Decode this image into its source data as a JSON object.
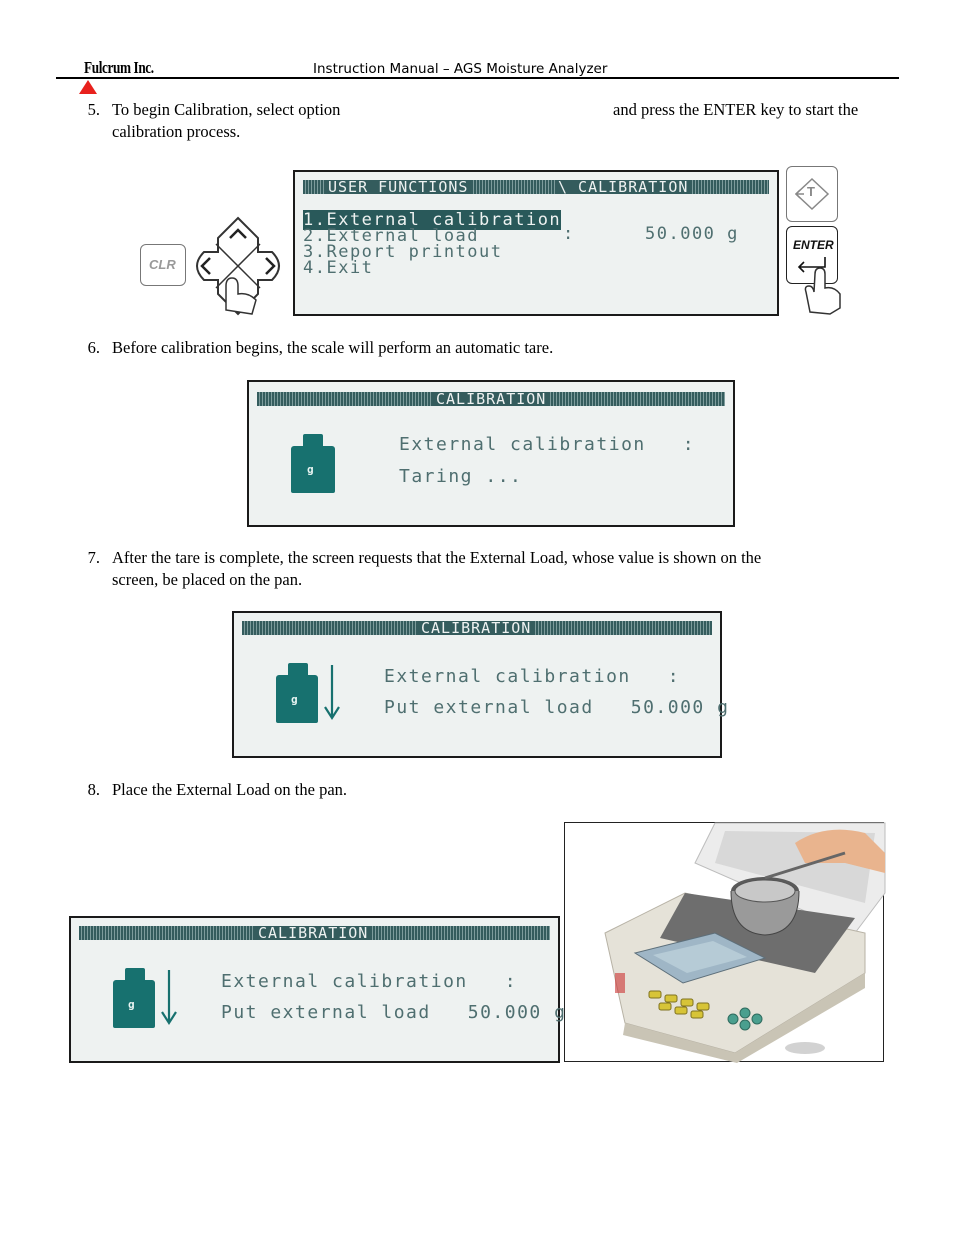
{
  "header": {
    "brand": "Fulcrum Inc.",
    "title": "Instruction Manual – AGS Moisture Analyzer"
  },
  "steps": [
    {
      "number": "5.",
      "line1": "To begin Calibration, select option",
      "line1_right": "and press the ENTER key to start the",
      "line2": "calibration process."
    },
    {
      "number": "6.",
      "line1": "Before calibration begins, the scale will perform an automatic tare."
    },
    {
      "number": "7.",
      "line1": "After the tare is complete, the screen requests that the External Load, whose value is shown on the",
      "line2": "screen, be placed on the pan."
    },
    {
      "number": "8.",
      "line1": "Place the External Load on the pan."
    }
  ],
  "keys": {
    "clr": "CLR",
    "enter": "ENTER",
    "tare": "T"
  },
  "screen1": {
    "title_left": "USER FUNCTIONS",
    "title_right": "\\ CALIBRATION",
    "items": [
      "1.External calibration",
      "2.External load",
      "3.Report printout",
      "4.Exit"
    ],
    "colon": ":",
    "value": "50.000 g"
  },
  "screen2": {
    "title": "CALIBRATION",
    "weight_label": "g",
    "line1": "External calibration   :",
    "line2": "Taring ..."
  },
  "screen3": {
    "title": "CALIBRATION",
    "weight_label": "g",
    "line1": "External calibration   :",
    "line2": "Put external load   50.000 g"
  },
  "screen4": {
    "title": "CALIBRATION",
    "weight_label": "g",
    "line1": "External calibration   :",
    "line2": "Put external load   50.000 g"
  },
  "colors": {
    "lcd_text": "#4f6f70",
    "lcd_bar": "#345c5d",
    "weight": "#17716f",
    "header_marker": "#e8211d"
  }
}
